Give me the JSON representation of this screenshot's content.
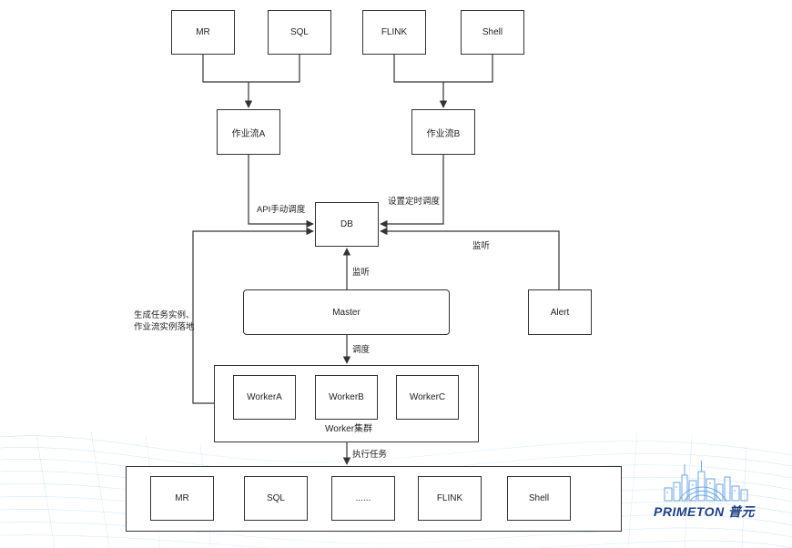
{
  "nodes": {
    "mr_top": "MR",
    "sql_top": "SQL",
    "flink_top": "FLINK",
    "shell_top": "Shell",
    "workflow_a": "作业流A",
    "workflow_b": "作业流B",
    "db": "DB",
    "master": "Master",
    "alert": "Alert",
    "worker_a": "WorkerA",
    "worker_b": "WorkerB",
    "worker_c": "WorkerC",
    "worker_cluster": "Worker集群",
    "mr_bottom": "MR",
    "sql_bottom": "SQL",
    "ellipsis_bottom": "......",
    "flink_bottom": "FLINK",
    "shell_bottom": "Shell"
  },
  "edges": {
    "api_manual": "API手动调度",
    "timed": "设置定时调度",
    "listen_master": "监听",
    "listen_alert": "监听",
    "generate_line1": "生成任务实例、",
    "generate_line2": "作业流实例落地",
    "schedule": "调度",
    "execute": "执行任务"
  },
  "logo": {
    "text": "PRIMETON 普元"
  },
  "colors": {
    "line": "#333333",
    "logo_blue": "#1e3f82",
    "logo_light": "#6fa6dd"
  }
}
